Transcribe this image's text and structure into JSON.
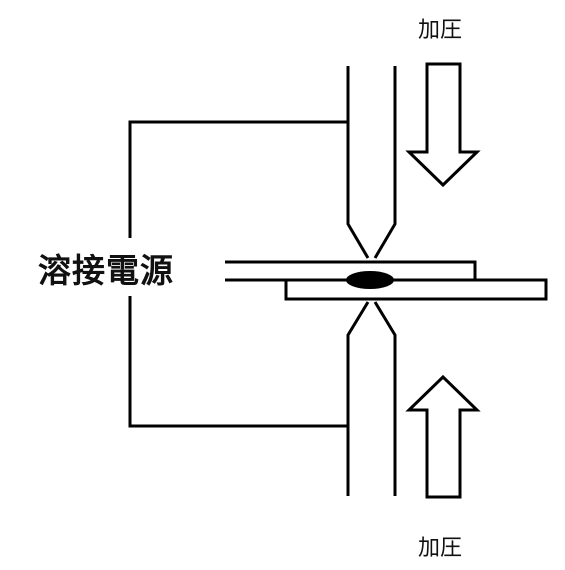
{
  "labels": {
    "power_source": "溶接電源",
    "pressure_top": "加圧",
    "pressure_bottom": "加圧"
  },
  "colors": {
    "line": "#000000",
    "background": "#ffffff",
    "nugget": "#000000"
  },
  "icons": {
    "arrow_top": "arrow-down-outline",
    "arrow_bottom": "arrow-up-outline"
  }
}
